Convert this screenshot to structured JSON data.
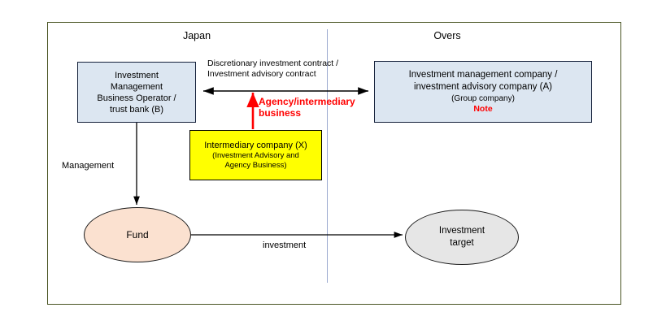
{
  "diagram": {
    "title_regions": {
      "left": "Japan",
      "right": "Overs"
    },
    "boxes": {
      "operator": {
        "line1": "Investment",
        "line2": "Management",
        "line3": "Business Operator /",
        "line4": "trust bank (B)",
        "fill": "#dce6f1",
        "border": "#15213b"
      },
      "manager": {
        "line1": "Investment management company /",
        "line2": "investment advisory company (A)",
        "sub": "(Group company)",
        "note": "Note",
        "fill": "#dce6f1",
        "border": "#15213b",
        "note_color": "#ff0000"
      },
      "intermediary": {
        "title": "Intermediary company (X)",
        "sub_line1": "(Investment Advisory and",
        "sub_line2": "Agency Business)",
        "fill": "#ffff00",
        "border": "#000000"
      }
    },
    "ellipses": {
      "fund": {
        "label": "Fund",
        "fill": "#fbe1d0",
        "border": "#1a1a1a"
      },
      "target": {
        "line1": "Investment",
        "line2": "target",
        "fill": "#e6e6e6",
        "border": "#1a1a1a"
      }
    },
    "connector_labels": {
      "contract_line1": "Discretionary investment contract /",
      "contract_line2": "Investment advisory contract",
      "agency_line1": "Agency/intermediary",
      "agency_line2": "business",
      "management": "Management",
      "investment": "investment"
    },
    "colors": {
      "frame_border": "#4a5524",
      "divider": "#9aa9cf",
      "arrow_black": "#000000",
      "arrow_red": "#ff0000",
      "accent_red": "#ff0000"
    }
  }
}
